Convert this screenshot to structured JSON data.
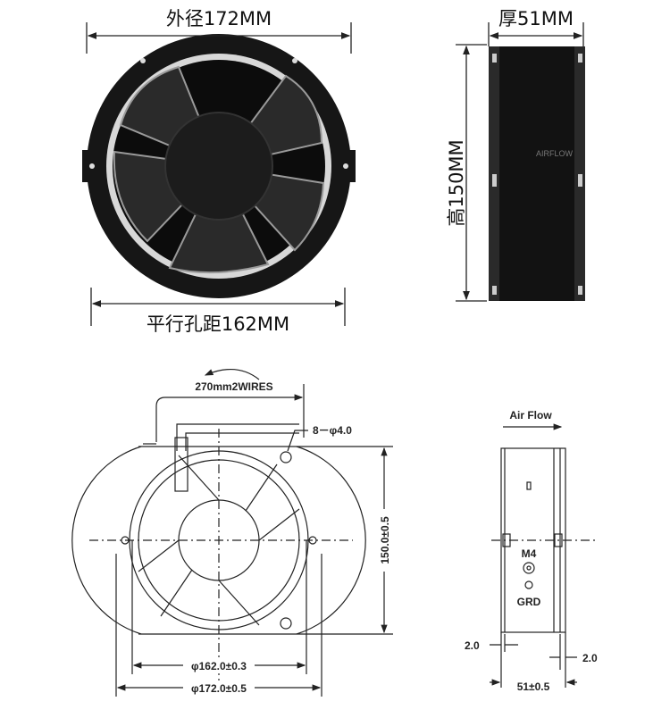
{
  "photo_front": {
    "outer_diameter_label": "外径172MM",
    "hole_pitch_label": "平行孔距162MM"
  },
  "photo_side": {
    "thickness_label": "厚51MM",
    "height_label": "高150MM",
    "airflow_marking": "AIRFLOW"
  },
  "drawing_front": {
    "wires_label": "270mm2WIRES",
    "holes_label": "8－φ4.0",
    "height_dim": "150.0±0.5",
    "pitch_dim": "φ162.0±0.3",
    "diameter_dim": "φ172.0±0.5"
  },
  "drawing_side": {
    "airflow_label": "Air Flow",
    "screw_label": "M4",
    "ground_label": "GRD",
    "left_flange_dim": "2.0",
    "right_flange_dim": "2.0",
    "thickness_dim": "51±0.5"
  },
  "colors": {
    "fan_body": "#111111",
    "drawing_line": "#222222"
  }
}
